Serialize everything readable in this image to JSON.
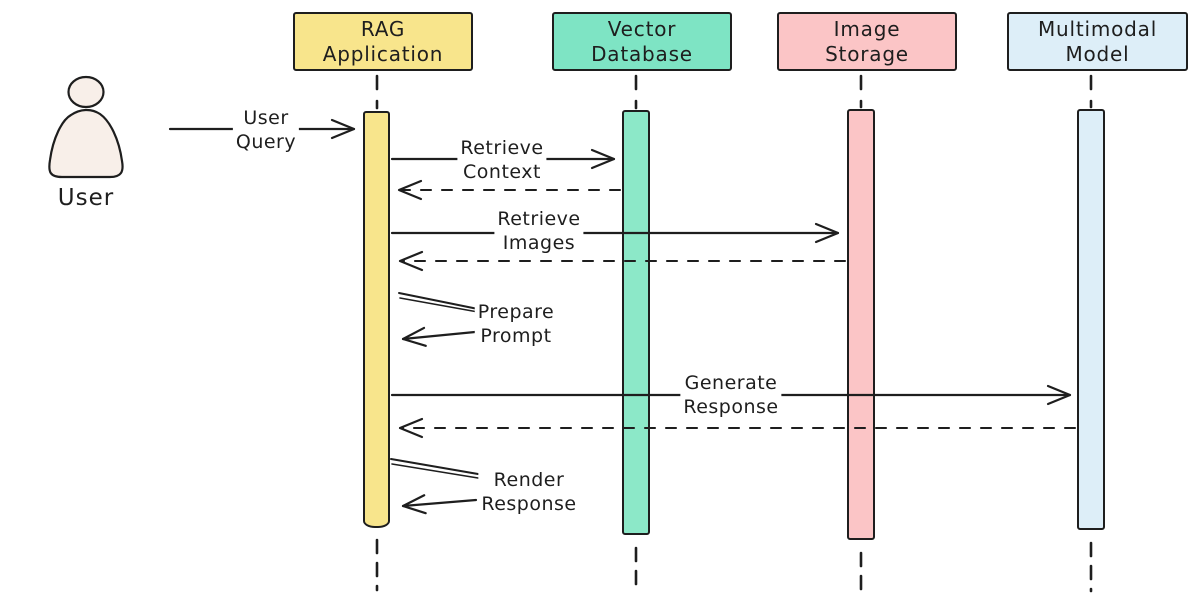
{
  "diagram_type": "sequence-diagram",
  "actor": {
    "label": "User"
  },
  "participants": [
    {
      "line1": "RAG",
      "line2": "Application",
      "fill": "#f8e58c"
    },
    {
      "line1": "Vector",
      "line2": "Database",
      "fill": "#7ee4c4"
    },
    {
      "line1": "Image",
      "line2": "Storage",
      "fill": "#fbc5c6"
    },
    {
      "line1": "Multimodal",
      "line2": "Model",
      "fill": "#ddeef8"
    }
  ],
  "messages": [
    {
      "line1": "User",
      "line2": "Query",
      "type": "solid",
      "from": "User",
      "to": "RAG Application"
    },
    {
      "line1": "Retrieve",
      "line2": "Context",
      "type": "solid",
      "from": "RAG Application",
      "to": "Vector Database"
    },
    {
      "type": "dashed-return",
      "from": "Vector Database",
      "to": "RAG Application"
    },
    {
      "line1": "Retrieve",
      "line2": "Images",
      "type": "solid",
      "from": "RAG Application",
      "to": "Image Storage"
    },
    {
      "type": "dashed-return",
      "from": "Image Storage",
      "to": "RAG Application"
    },
    {
      "line1": "Prepare",
      "line2": "Prompt",
      "type": "self",
      "from": "RAG Application",
      "to": "RAG Application"
    },
    {
      "line1": "Generate",
      "line2": "Response",
      "type": "solid",
      "from": "RAG Application",
      "to": "Multimodal Model"
    },
    {
      "type": "dashed-return",
      "from": "Multimodal Model",
      "to": "RAG Application"
    },
    {
      "line1": "Render",
      "line2": "Response",
      "type": "self",
      "from": "RAG Application",
      "to": "RAG Application"
    }
  ],
  "colors": {
    "background": "#ffffff",
    "stroke": "#1e1e1e",
    "rag_fill": "#f8e58c",
    "vector_fill": "#8ce8c8",
    "image_fill": "#fbc5c6",
    "multimodal_fill": "#ddeef8",
    "actor_fill": "#f8efe9"
  }
}
